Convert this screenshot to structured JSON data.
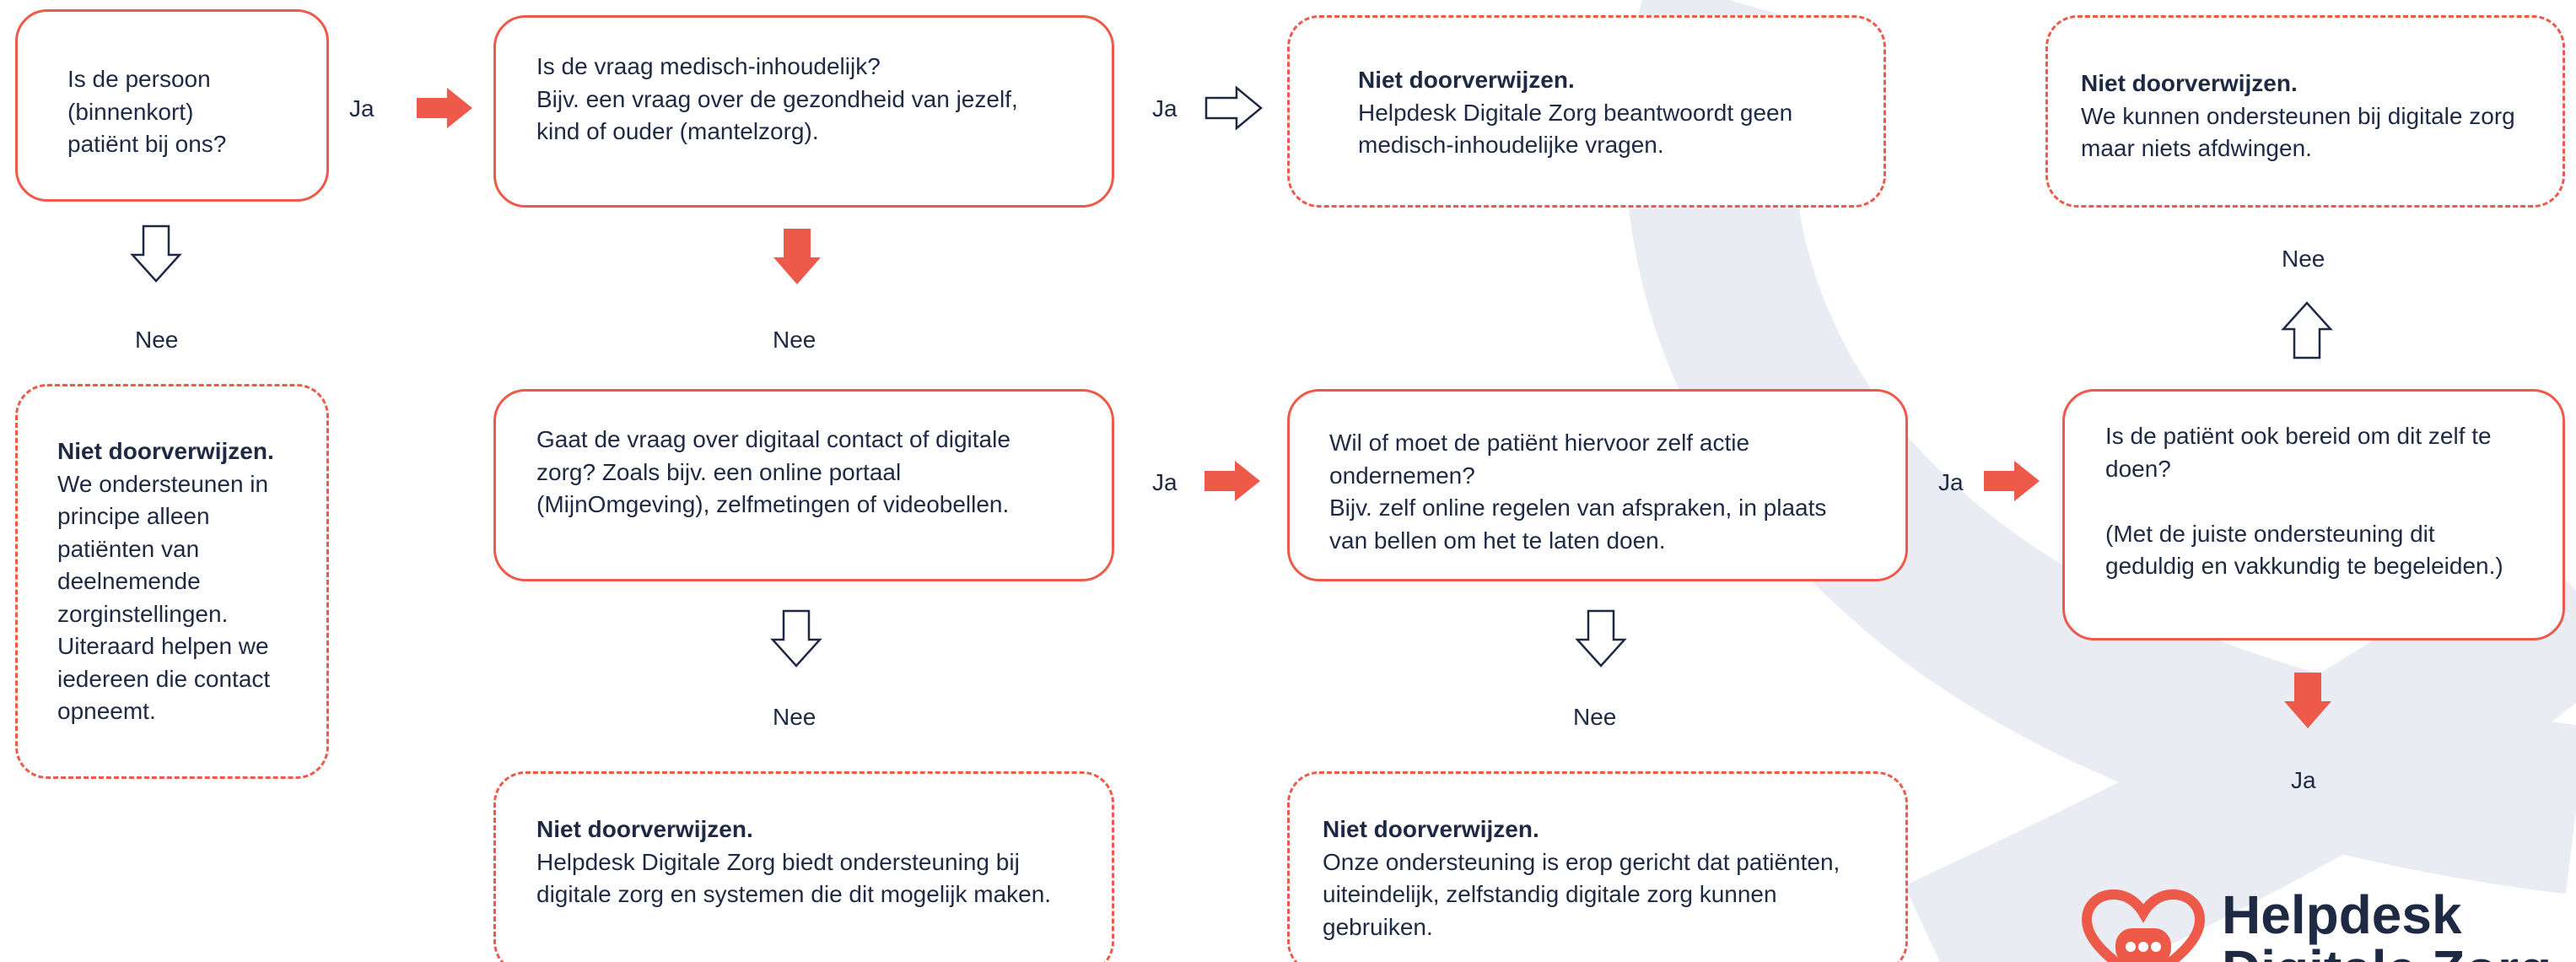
{
  "nodes": {
    "q1": {
      "lines": [
        "Is de persoon",
        "(binnenkort)",
        "patiënt bij ons?"
      ]
    },
    "q2": {
      "lines": [
        "Is de vraag medisch-inhoudelijk?",
        "Bijv. een vraag over de gezondheid van jezelf,",
        "kind of ouder (mantelzorg)."
      ]
    },
    "q3": {
      "lines": [
        "Gaat de vraag over digitaal contact of digitale",
        "zorg? Zoals bijv. een online portaal",
        "(MijnOmgeving), zelfmetingen of videobellen."
      ]
    },
    "q4": {
      "lines": [
        "Wil of moet de patiënt hiervoor zelf actie",
        "ondernemen?",
        "Bijv. zelf online regelen van afspraken, in plaats",
        "van bellen om het te laten doen."
      ]
    },
    "q5": {
      "lines": [
        "Is de patiënt ook bereid om dit zelf te",
        "doen?",
        "",
        "(Met de juiste ondersteuning dit",
        "geduldig en vakkundig te begeleiden.)"
      ]
    },
    "o1": {
      "title": "Niet doorverwijzen.",
      "lines": [
        "We ondersteunen in",
        "principe alleen",
        "patiënten van",
        "deelnemende",
        "zorginstellingen.",
        "Uiteraard helpen we",
        "iedereen die contact",
        "opneemt."
      ]
    },
    "o2": {
      "title": "Niet doorverwijzen.",
      "lines": [
        "Helpdesk Digitale Zorg beantwoordt geen",
        "medisch-inhoudelijke vragen."
      ]
    },
    "o3": {
      "title": "Niet doorverwijzen.",
      "lines": [
        "Helpdesk Digitale Zorg biedt ondersteuning bij",
        "digitale zorg en systemen die dit mogelijk maken."
      ]
    },
    "o4": {
      "title": "Niet doorverwijzen.",
      "lines": [
        "Onze ondersteuning is erop gericht dat patiënten,",
        "uiteindelijk, zelfstandig digitale zorg kunnen",
        "gebruiken."
      ]
    },
    "o5": {
      "title": "Niet doorverwijzen.",
      "lines": [
        "We kunnen ondersteunen bij digitale zorg",
        "maar niets afdwingen."
      ]
    }
  },
  "edge_labels": {
    "q1_yes": "Ja",
    "q1_no": "Nee",
    "q2_yes": "Ja",
    "q2_no": "Nee",
    "q3_yes": "Ja",
    "q3_no": "Nee",
    "q4_yes": "Ja",
    "q4_no": "Nee",
    "q5_no": "Nee",
    "q5_yes": "Ja"
  },
  "logo": {
    "line1": "Helpdesk",
    "line2": "Digitale Zorg"
  },
  "colors": {
    "accent": "#ee5a4a",
    "text": "#1e2a44",
    "background_arc": "#e9ecf3"
  }
}
